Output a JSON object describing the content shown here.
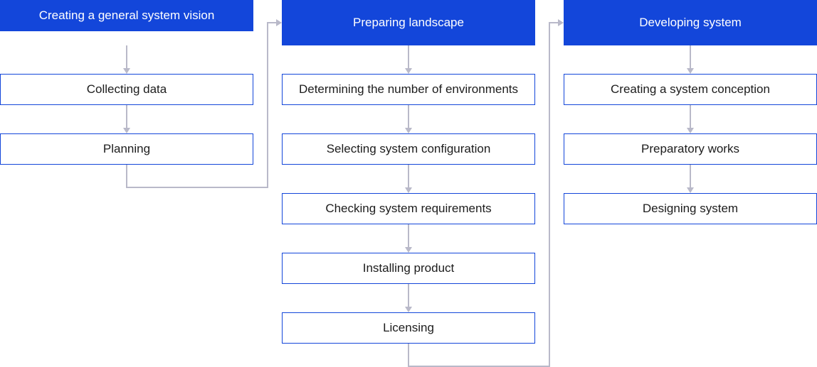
{
  "colors": {
    "accent": "#1346da",
    "connector": "#b9b9c9",
    "text": "#1c1c1c"
  },
  "columns": [
    {
      "header": "Creating a general system vision",
      "steps": [
        "Collecting data",
        "Planning"
      ]
    },
    {
      "header": "Preparing landscape",
      "steps": [
        "Determining the number of environments",
        "Selecting system configuration",
        "Checking system requirements",
        "Installing product",
        "Licensing"
      ]
    },
    {
      "header": "Developing system",
      "steps": [
        "Creating a system conception",
        "Preparatory works",
        "Designing system"
      ]
    }
  ]
}
